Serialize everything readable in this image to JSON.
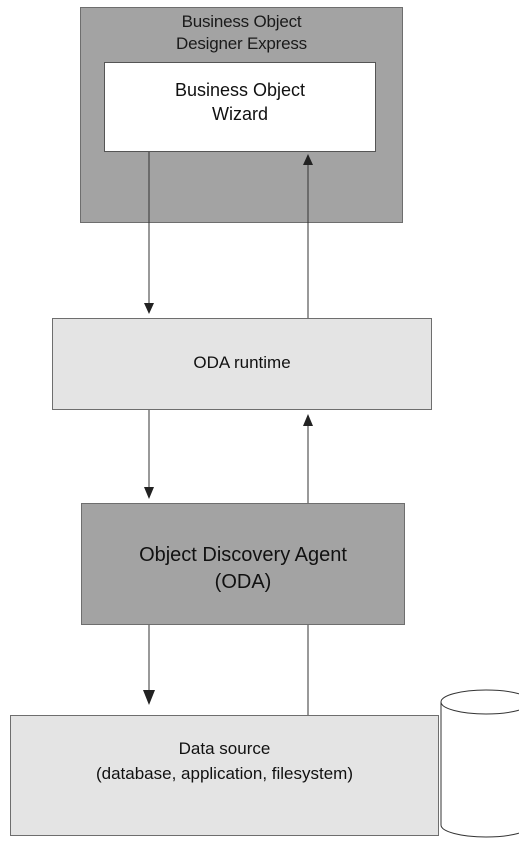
{
  "designer": {
    "title_line1": "Business Object",
    "title_line2": "Designer Express"
  },
  "wizard": {
    "line1": "Business Object",
    "line2": "Wizard"
  },
  "runtime": {
    "label": "ODA runtime"
  },
  "agent": {
    "line1": "Object Discovery Agent",
    "line2": "(ODA)"
  },
  "datasource": {
    "line1": "Data source",
    "line2": "(database, application, filesystem)"
  },
  "colors": {
    "dark_box": "#a3a3a3",
    "light_box": "#e4e4e4",
    "white_box": "#ffffff",
    "arrow": "#222222"
  }
}
